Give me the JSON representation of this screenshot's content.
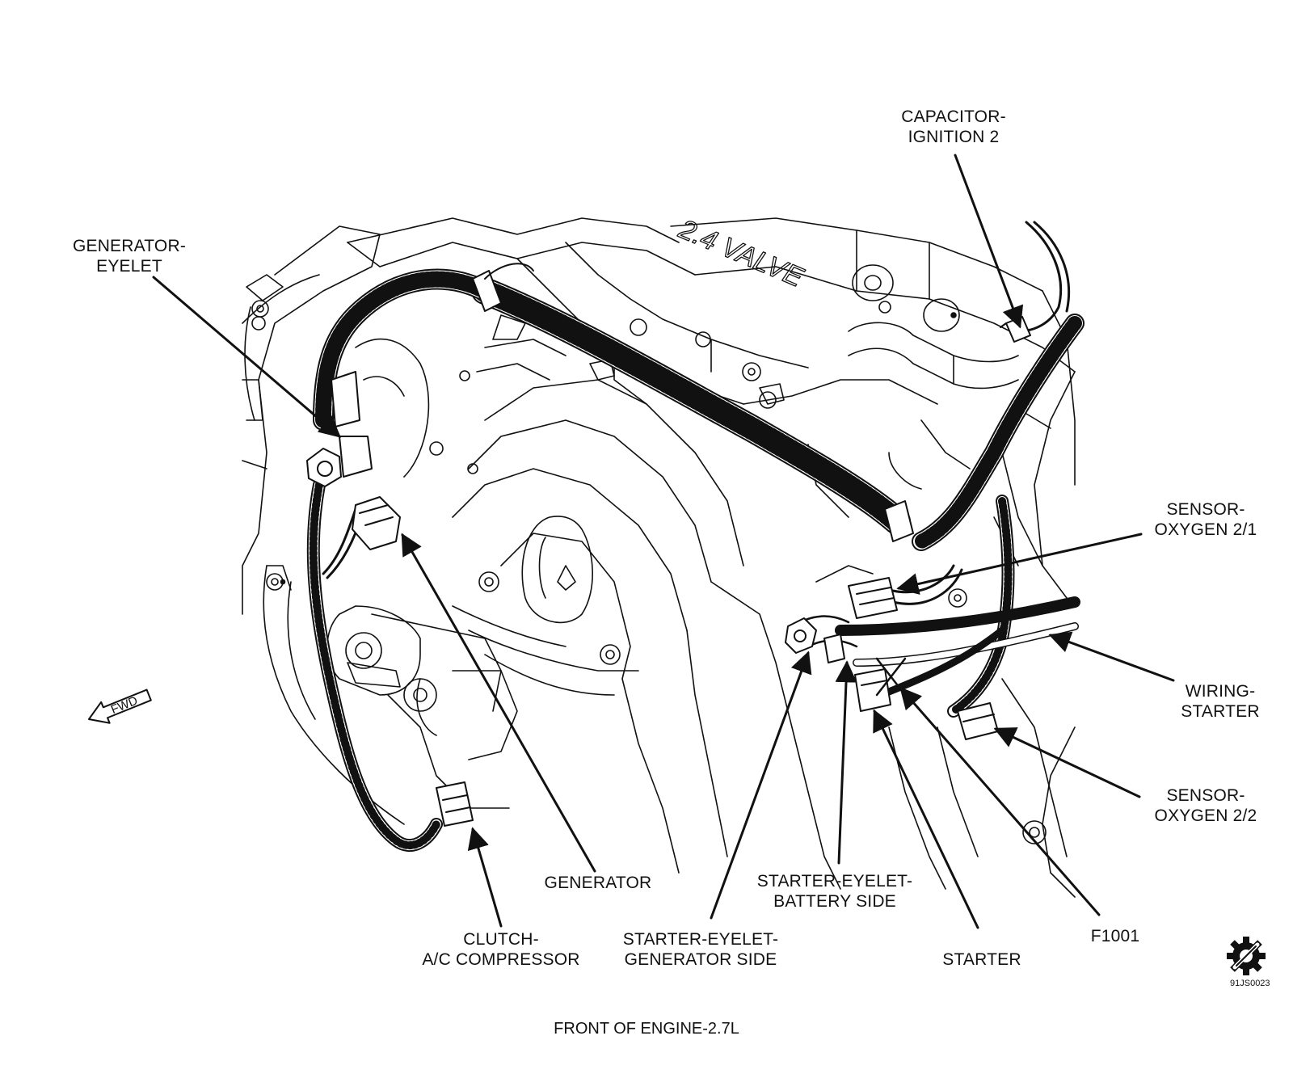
{
  "diagram": {
    "caption": "FRONT OF ENGINE-2.7L",
    "reference_code": "91JS0023",
    "engine_marking": "2.4 VALVE",
    "direction_label": "FWD",
    "icon": "service-gear-icon",
    "colors": {
      "ink": "#111111",
      "background": "#ffffff"
    }
  },
  "callouts": {
    "capacitor_ignition": [
      "CAPACITOR-",
      "IGNITION 2"
    ],
    "generator_eyelet": [
      "GENERATOR-",
      "EYELET"
    ],
    "sensor_oxygen_21": [
      "SENSOR-",
      "OXYGEN 2/1"
    ],
    "wiring_starter": [
      "WIRING-",
      "STARTER"
    ],
    "sensor_oxygen_22": [
      "SENSOR-",
      "OXYGEN 2/2"
    ],
    "generator": [
      "GENERATOR"
    ],
    "clutch_ac": [
      "CLUTCH-",
      "A/C COMPRESSOR"
    ],
    "starter_eyelet_gen": [
      "STARTER-EYELET-",
      "GENERATOR SIDE"
    ],
    "starter_eyelet_bat": [
      "STARTER-EYELET-",
      "BATTERY SIDE"
    ],
    "starter": [
      "STARTER"
    ],
    "f1001": [
      "F1001"
    ]
  }
}
